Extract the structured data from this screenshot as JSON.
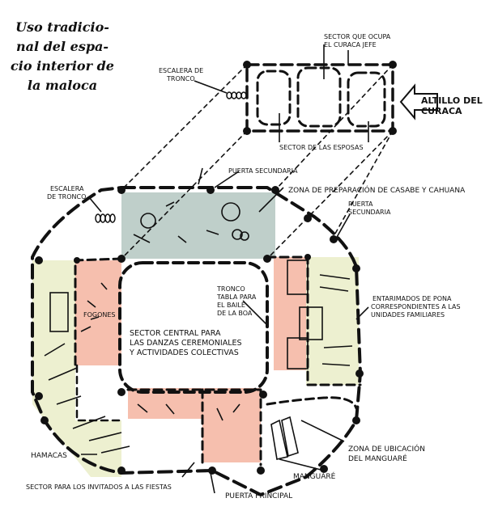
{
  "title_lines": [
    "Uso tradicio-",
    "nal del espa-",
    "cio interior de",
    "la maloca"
  ],
  "labels": {
    "sector_curaca_1": "SECTOR QUE OCUPA",
    "sector_curaca_2": "EL CURACA JEFE",
    "altillo_1": "ALTILLO DEL",
    "altillo_2": "CURACA",
    "escalera_top_1": "ESCALERA DE",
    "escalera_top_2": "TRONCO",
    "sector_esposas": "SECTOR DE LAS ESPOSAS",
    "puerta_sec_1": "PUERTA SECUNDARIA",
    "escalera_left_1": "ESCALERA",
    "escalera_left_2": "DE TRONCO",
    "zona_casabe": "ZONA DE PREPARACIÓN DE CASABE Y CAHUANA",
    "puerta_sec_2a": "PUERTA",
    "puerta_sec_2b": "SECUNDARIA",
    "tronco_1": "TRONCO",
    "tronco_2": "TABLA PARA",
    "tronco_3": "EL BAILE",
    "tronco_4": "DE LA BOA",
    "fogones": "FOGONES",
    "central_1": "SECTOR CENTRAL PARA",
    "central_2": "LAS DANZAS CEREMONIALES",
    "central_3": "Y ACTIVIDADES COLECTIVAS",
    "entarimados_1": "ENTARIMADOS DE PONA",
    "entarimados_2": "CORRESPONDIENTES A LAS",
    "entarimados_3": "UNIDADES FAMILIARES",
    "zona_manguare_1": "ZONA DE UBICACIÓN",
    "zona_manguare_2": "DEL MANGUARÉ",
    "hamacas": "HAMACAS",
    "manguare": "MANGUARÉ",
    "invitados": "SECTOR PARA LOS INVITADOS A LAS FIESTAS",
    "puerta_principal": "PUERTA PRINCIPAL"
  },
  "colors": {
    "line": "#111111",
    "zone_gray": "#a9bfb8",
    "zone_pink": "#f2a48c",
    "zone_yellow": "#e9ecc4"
  }
}
